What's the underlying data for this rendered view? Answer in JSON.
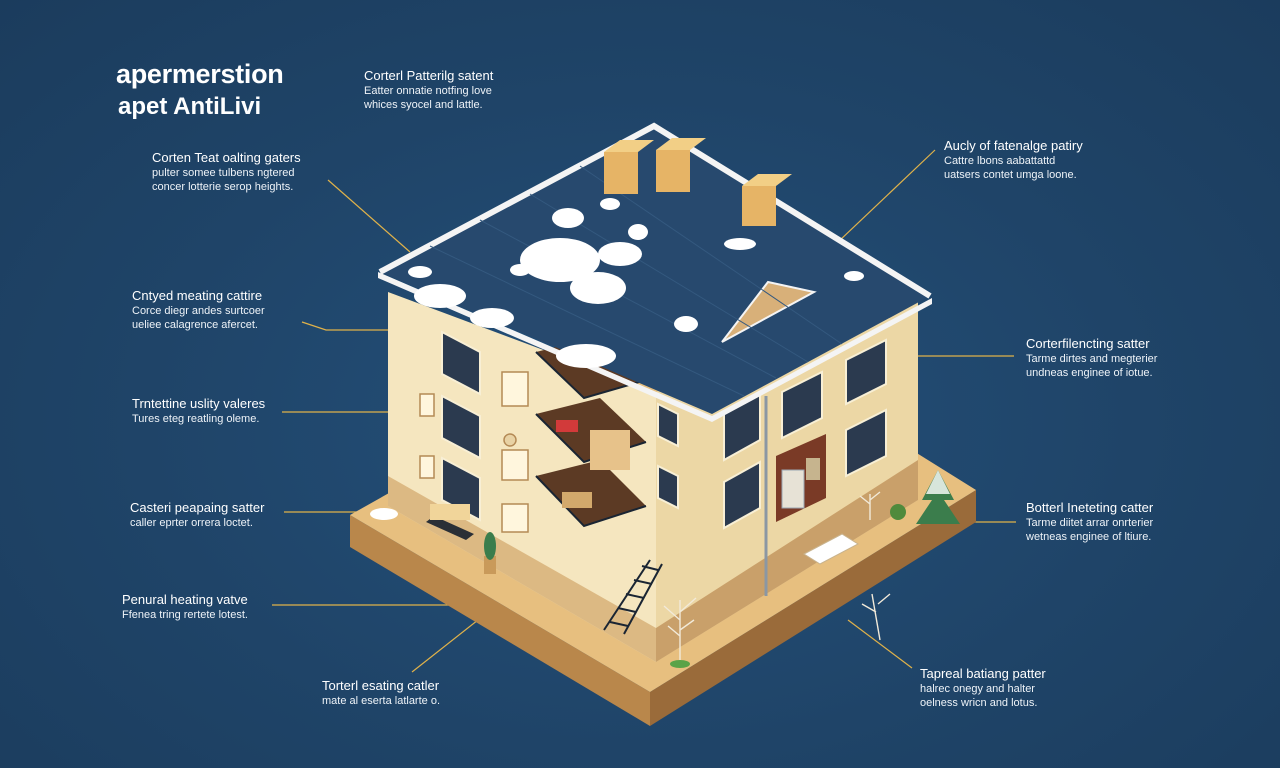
{
  "title": {
    "line1": "apermerstion",
    "line2": "apet AntiLivi"
  },
  "callouts": [
    {
      "id": "top-center",
      "heading": "Corterl Patterilg satent",
      "lines": [
        "Eatter onnatie notfing love",
        "whices syocel and lattle."
      ]
    },
    {
      "id": "left-1",
      "heading": "Corten Teat oalting gaters",
      "lines": [
        "pulter somee tulbens ngtered",
        "concer lotterie serop heights."
      ]
    },
    {
      "id": "left-2",
      "heading": "Cntyed meating cattire",
      "lines": [
        "Corce diegr andes surtcoer",
        "ueliee calagrence afercet."
      ]
    },
    {
      "id": "left-3",
      "heading": "Trntettine uslity valeres",
      "lines": [
        "Tures eteg reatling oleme."
      ]
    },
    {
      "id": "left-4",
      "heading": "Casteri peapaing satter",
      "lines": [
        "caller eprter orrera loctet."
      ]
    },
    {
      "id": "left-5",
      "heading": "Penural heating vatve",
      "lines": [
        "Ffenea tring rertete lotest."
      ]
    },
    {
      "id": "bottom-center",
      "heading": "Torterl esating catler",
      "lines": [
        "mate al eserta latlarte o."
      ]
    },
    {
      "id": "right-1",
      "heading": "Aucly of fatenalge patiry",
      "lines": [
        "Cattre lbons aabattattd",
        "uatsers contet umga loone."
      ]
    },
    {
      "id": "right-2",
      "heading": "Corterfilencting satter",
      "lines": [
        "Tarme dirtes and megterier",
        "undneas enginee of iotue."
      ]
    },
    {
      "id": "right-3",
      "heading": "Botterl Ineteting catter",
      "lines": [
        "Tarme diitet arrar onrterier",
        "wetneas enginee of ltiure."
      ]
    },
    {
      "id": "right-4",
      "heading": "Tapreal batiang patter",
      "lines": [
        "halrec onegy and halter",
        "oelness wricn and lotus."
      ]
    }
  ],
  "colors": {
    "background": "#1f4468",
    "roof": "#27496e",
    "wall": "#f5e6bf",
    "ground": "#e7bf7f",
    "leader": "#e0b24a",
    "snow": "#ffffff"
  }
}
